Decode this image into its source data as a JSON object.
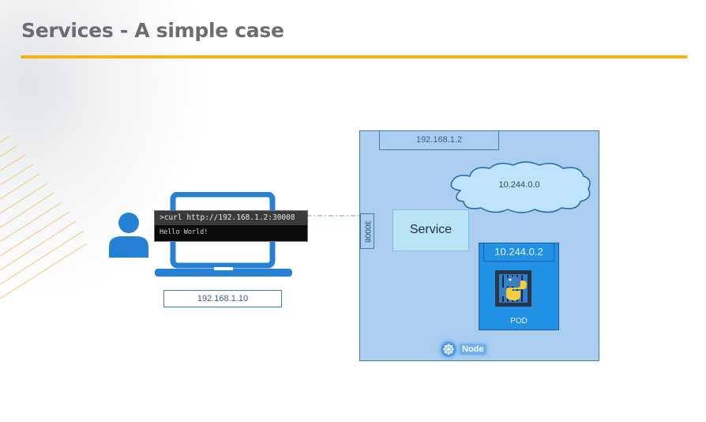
{
  "slide": {
    "title": "Services - A simple case",
    "accent_color": "#f6b414"
  },
  "client": {
    "user_icon": "person-icon",
    "laptop_icon": "laptop-icon",
    "terminal": {
      "command": ">curl http://192.168.1.2:30008",
      "output": "Hello World!"
    },
    "ip": "192.168.1.10"
  },
  "node": {
    "ip": "192.168.1.2",
    "label": "Node",
    "icon": "kubernetes-icon",
    "port": "30008",
    "network": "10.244.0.0",
    "service": {
      "label": "Service"
    },
    "pod": {
      "ip": "10.244.0.2",
      "label": "POD",
      "icon": "python-container-icon"
    }
  }
}
